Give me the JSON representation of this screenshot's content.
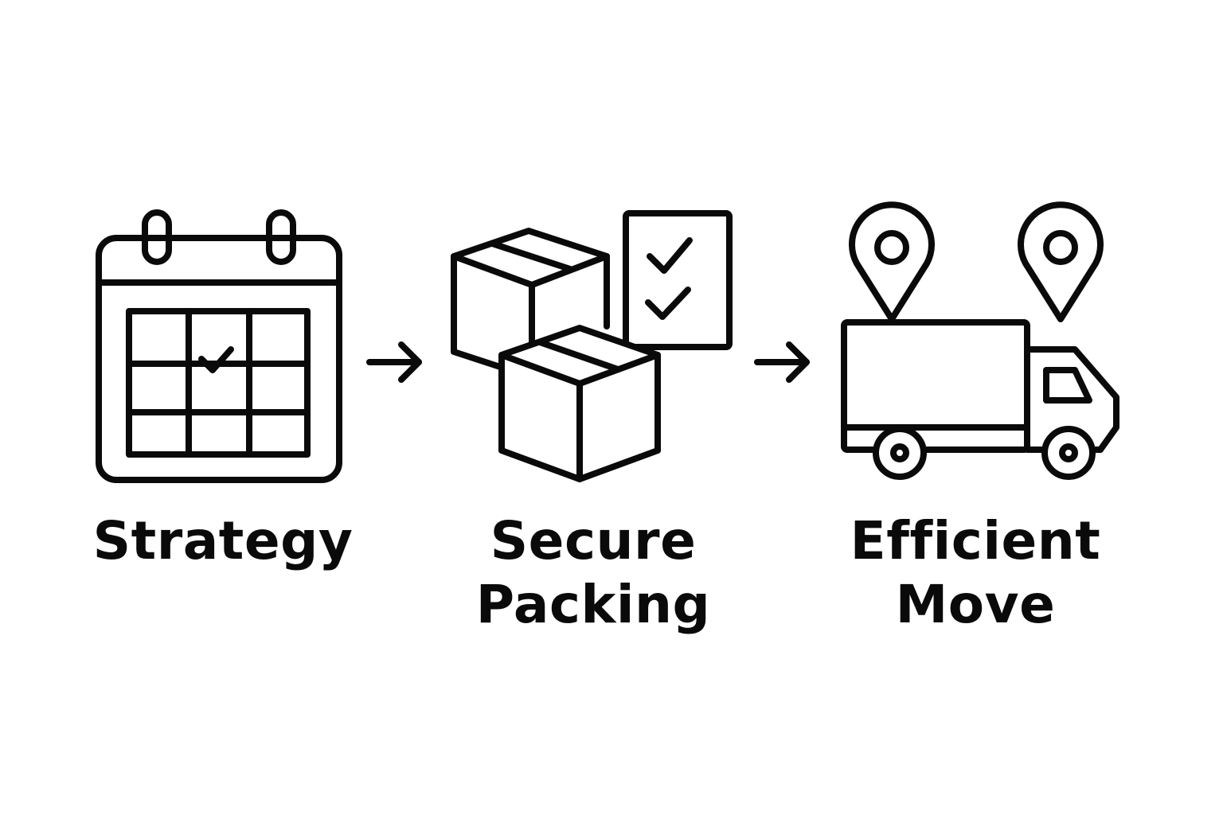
{
  "steps": [
    {
      "icon": "calendar-check-icon",
      "label_lines": [
        "Strategy"
      ]
    },
    {
      "icon": "boxes-checklist-icon",
      "label_lines": [
        "Secure",
        "Packing"
      ]
    },
    {
      "icon": "truck-location-icon",
      "label_lines": [
        "Efficient",
        "Move"
      ]
    }
  ],
  "connectors": [
    "arrow-right-icon",
    "arrow-right-icon"
  ],
  "colors": {
    "stroke": "#0a0a0a",
    "background": "#ffffff"
  }
}
